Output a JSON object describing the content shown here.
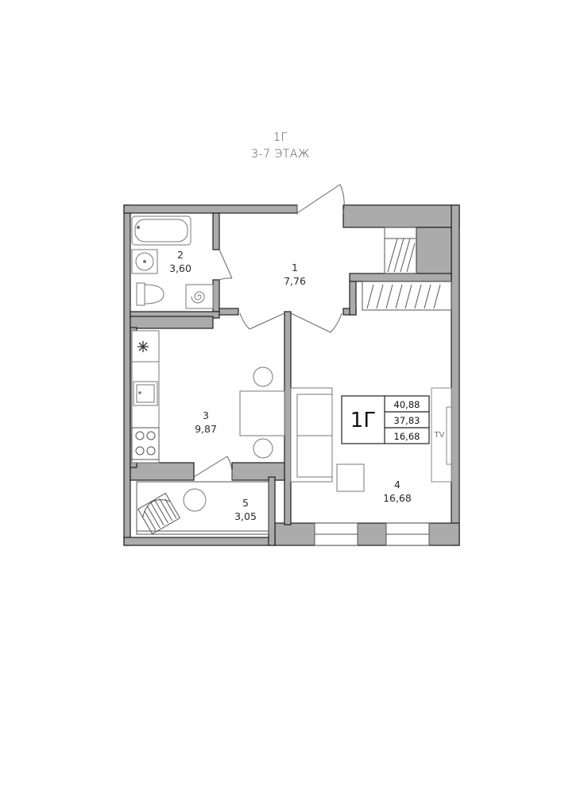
{
  "header": {
    "unit": "1Г",
    "floors": "3-7 ЭТАЖ"
  },
  "rooms": [
    {
      "number": "1",
      "area": "7,76"
    },
    {
      "number": "2",
      "area": "3,60"
    },
    {
      "number": "3",
      "area": "9,87"
    },
    {
      "number": "4",
      "area": "16,68"
    },
    {
      "number": "5",
      "area": "3,05"
    }
  ],
  "summary": {
    "unit": "1Г",
    "total": "40,88",
    "living_total": "37,83",
    "living": "16,68"
  },
  "tv_label": "TV",
  "colors": {
    "wall": "#ababab",
    "wall_dark": "#1a1a1a",
    "line": "#555555",
    "fixture": "#777777"
  }
}
